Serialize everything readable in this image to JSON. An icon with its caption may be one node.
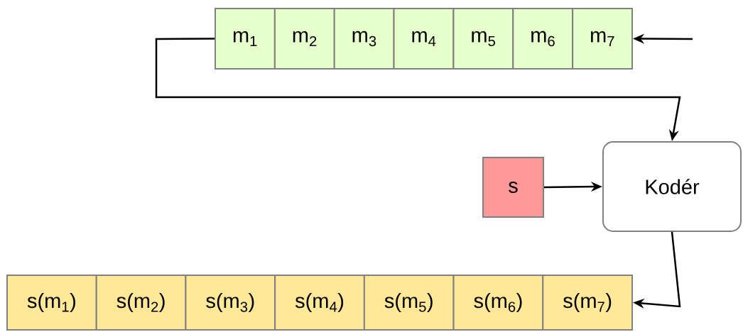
{
  "diagram": {
    "nodes": [
      {
        "text": [
          "m$_{1}$"
        ]
      },
      {
        "text": [
          "m$_{2}$"
        ]
      },
      {
        "text": [
          "m$_{3}$"
        ]
      },
      {
        "text": [
          "m$_{4}$"
        ]
      },
      {
        "text": [
          "m$_{5}$"
        ]
      },
      {
        "text": [
          "m$_{6}$"
        ]
      },
      {
        "text": [
          "m$_{7}$"
        ]
      },
      {
        "text": [
          "s"
        ]
      },
      {
        "text": [
          "Kodér"
        ]
      },
      {
        "text": [
          "s(m$_{1}$)"
        ]
      },
      {
        "text": [
          "s(m$_{2}$)"
        ]
      },
      {
        "text": [
          "s(m$_{3}$)"
        ]
      },
      {
        "text": [
          "s(m$_{4}$)"
        ]
      },
      {
        "text": [
          "s(m$_{5}$)"
        ]
      },
      {
        "text": [
          "s(m$_{6}$)"
        ]
      },
      {
        "text": [
          "s(m$_{7}$)"
        ]
      }
    ],
    "edges": [
      {
        "from": null,
        "to": 6,
        "arrow": "to"
      },
      {
        "from": 0,
        "to": 8,
        "arrow": "to"
      },
      {
        "from": 7,
        "to": 8,
        "arrow": "to"
      },
      {
        "from": 8,
        "to": 15,
        "arrow": "to"
      }
    ]
  }
}
